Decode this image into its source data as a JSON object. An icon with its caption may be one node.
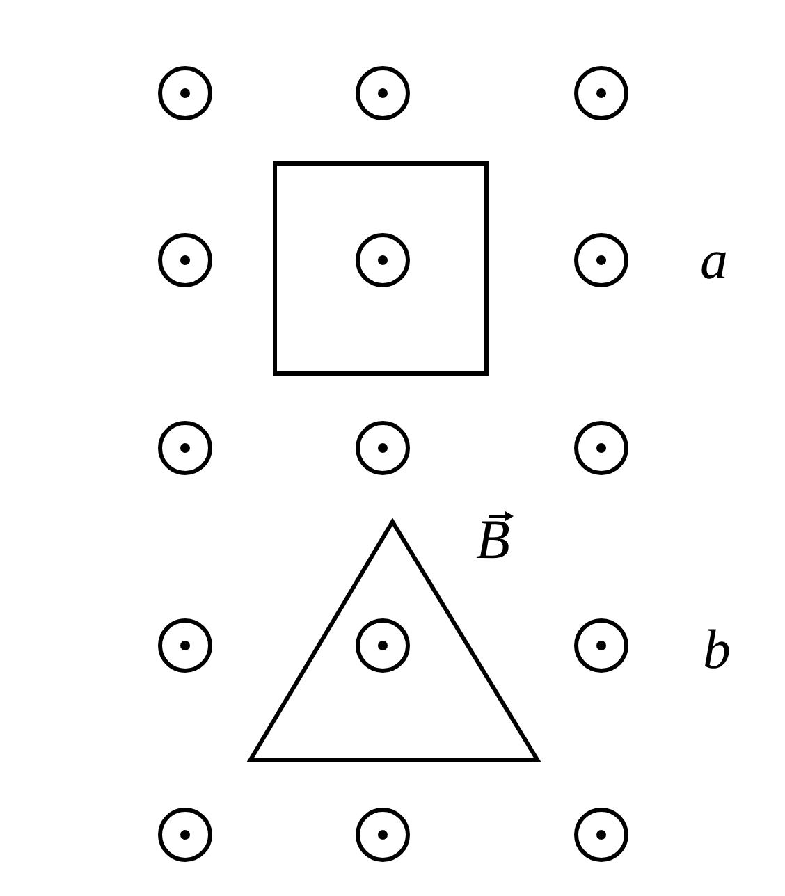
{
  "diagram": {
    "nodes": [
      {
        "text": [],
        "shape": "box",
        "beside": [
          "a"
        ]
      },
      {
        "text": [],
        "shape": "triangle",
        "beside": [
          "b"
        ]
      }
    ],
    "labels": [
      "B"
    ]
  }
}
